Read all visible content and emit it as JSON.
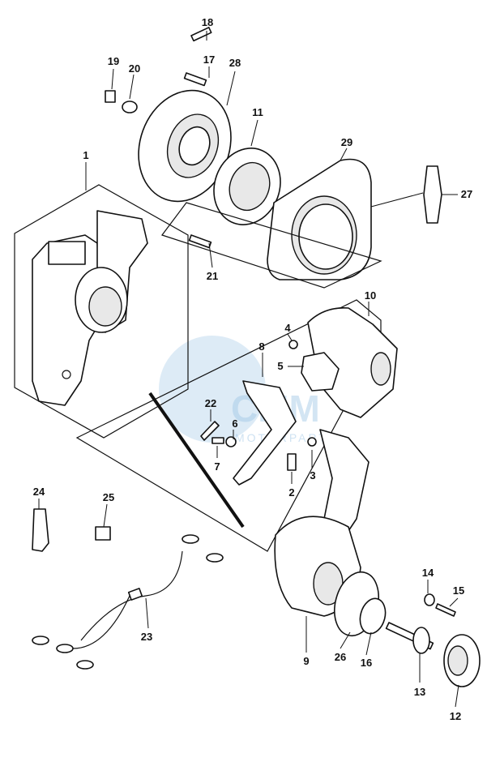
{
  "diagram": {
    "watermark": {
      "brand": "CMM",
      "tagline": "MOTORPARTS"
    },
    "part_numbers": {
      "p1": "1",
      "p2": "2",
      "p3": "3",
      "p4": "4",
      "p5": "5",
      "p6": "6",
      "p7": "7",
      "p8": "8",
      "p9": "9",
      "p10": "10",
      "p11": "11",
      "p12": "12",
      "p13": "13",
      "p14": "14",
      "p15": "15",
      "p16": "16",
      "p17": "17",
      "p18": "18",
      "p19": "19",
      "p20": "20",
      "p21": "21",
      "p22": "22",
      "p23": "23",
      "p24": "24",
      "p25": "25",
      "p26": "26",
      "p27": "27",
      "p28": "28",
      "p29": "29"
    }
  }
}
